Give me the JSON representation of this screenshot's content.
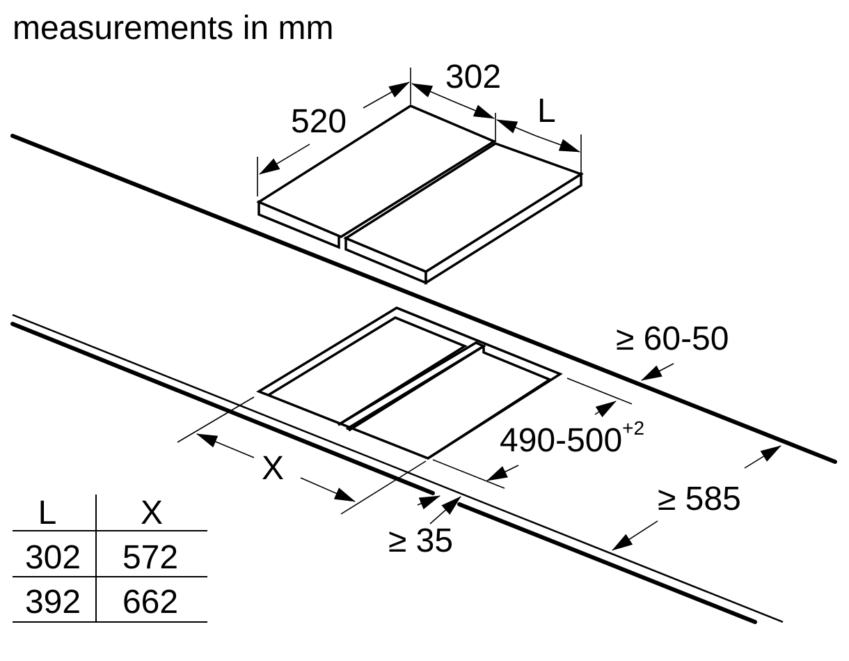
{
  "title": "measurements in mm",
  "dimensions": {
    "depth": "520",
    "module_width": "302",
    "length": "L",
    "rear_clearance": "≥ 60-50",
    "cutout_depth": "490-500",
    "cutout_tolerance": "+2",
    "cutout_width": "X",
    "front_clearance": "≥ 35",
    "worktop_depth": "≥ 585"
  },
  "table": {
    "headers": [
      "L",
      "X"
    ],
    "rows": [
      [
        "302",
        "572"
      ],
      [
        "392",
        "662"
      ]
    ]
  }
}
